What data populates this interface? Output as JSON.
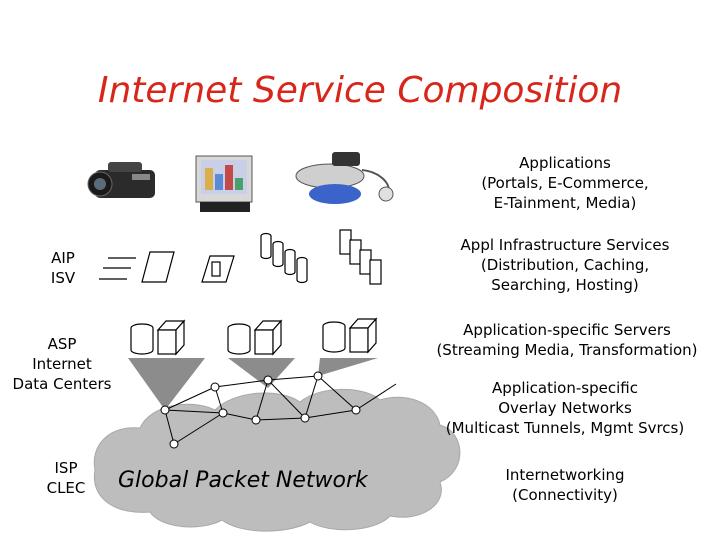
{
  "title": "Internet Service Composition",
  "left_labels": {
    "aip": "AIP",
    "isv": "ISV",
    "asp": "ASP",
    "internet": "Internet",
    "data_centers": "Data Centers",
    "isp": "ISP",
    "clec": "CLEC"
  },
  "right_labels": {
    "applications_1": "Applications",
    "applications_2": "(Portals, E-Commerce,",
    "applications_3": "E-Tainment, Media)",
    "infra_1": "Appl Infrastructure Services",
    "infra_2": "(Distribution, Caching,",
    "infra_3": "Searching, Hosting)",
    "servers_1": "Application-specific Servers",
    "servers_2": "(Streaming Media, Transformation)",
    "overlay_1": "Application-specific",
    "overlay_2": "Overlay Networks",
    "overlay_3": "(Multicast Tunnels, Mgmt Svrcs)",
    "internetworking_1": "Internetworking",
    "internetworking_2": "(Connectivity)"
  },
  "network_label": "Global Packet Network",
  "colors": {
    "title": "#d8261a",
    "cloud": "#bdbdbd",
    "cone": "#8c8c8c"
  },
  "icons": [
    "camcorder-icon",
    "monitor-icon",
    "headset-icon"
  ]
}
